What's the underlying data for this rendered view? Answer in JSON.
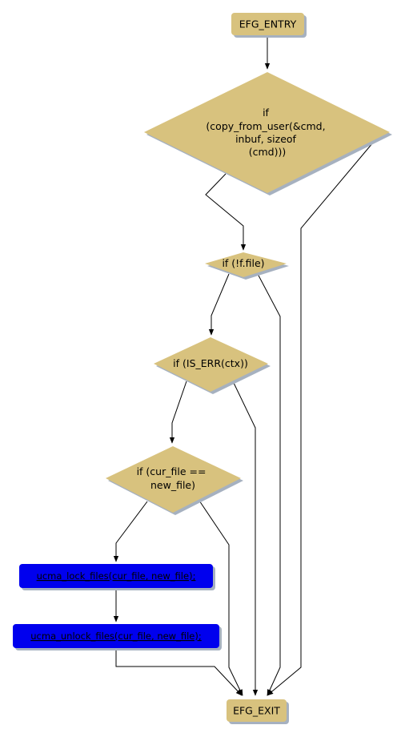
{
  "colors": {
    "decision_fill": "#d8c27e",
    "action_fill": "#0000ee",
    "shadow": "#a6b1c0",
    "edge": "#000000"
  },
  "nodes": {
    "entry": {
      "label": "EFG_ENTRY"
    },
    "exit": {
      "label": "EFG_EXIT"
    },
    "cond_copy": {
      "lines": [
        "if",
        "(copy_from_user(&cmd,",
        "inbuf, sizeof",
        "(cmd)))"
      ]
    },
    "cond_file": {
      "lines": [
        "if (!f.file)"
      ]
    },
    "cond_ctx": {
      "lines": [
        "if (IS_ERR(ctx))"
      ]
    },
    "cond_cur": {
      "lines": [
        "if (cur_file ==",
        "new_file)"
      ]
    },
    "action_lock": {
      "label": "ucma_lock_files(cur_file, new_file);"
    },
    "action_unlock": {
      "label": "ucma_unlock_files(cur_file, new_file);"
    }
  }
}
